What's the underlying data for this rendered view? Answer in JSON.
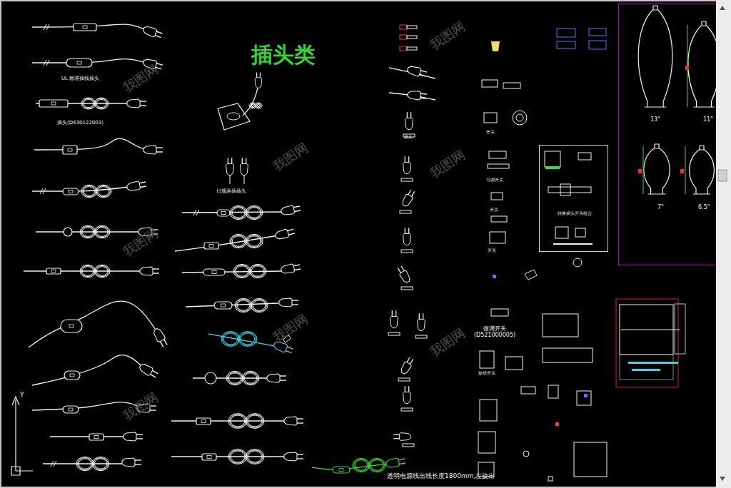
{
  "diagram": {
    "title": "插头类",
    "nodes": [
      {
        "text": [
          "13\"",
          "11\"",
          "7\"",
          "6.5\""
        ]
      },
      {
        "text": [
          "转换插头开关组合"
        ]
      }
    ],
    "labels": [
      "UL  标准插线插头",
      "插头(D430122003)",
      "日规两插插头",
      "插头",
      "开关",
      "可调开关",
      "开关",
      "开关",
      "微调开关 (D521000005)",
      "旋钮开关",
      "透明电源线出线长度1800mm,左旋出",
      "Y",
      "我图网",
      "我图网",
      "我图网",
      "我图网",
      "我图网",
      "我图网",
      "我图网",
      "我图网"
    ]
  }
}
